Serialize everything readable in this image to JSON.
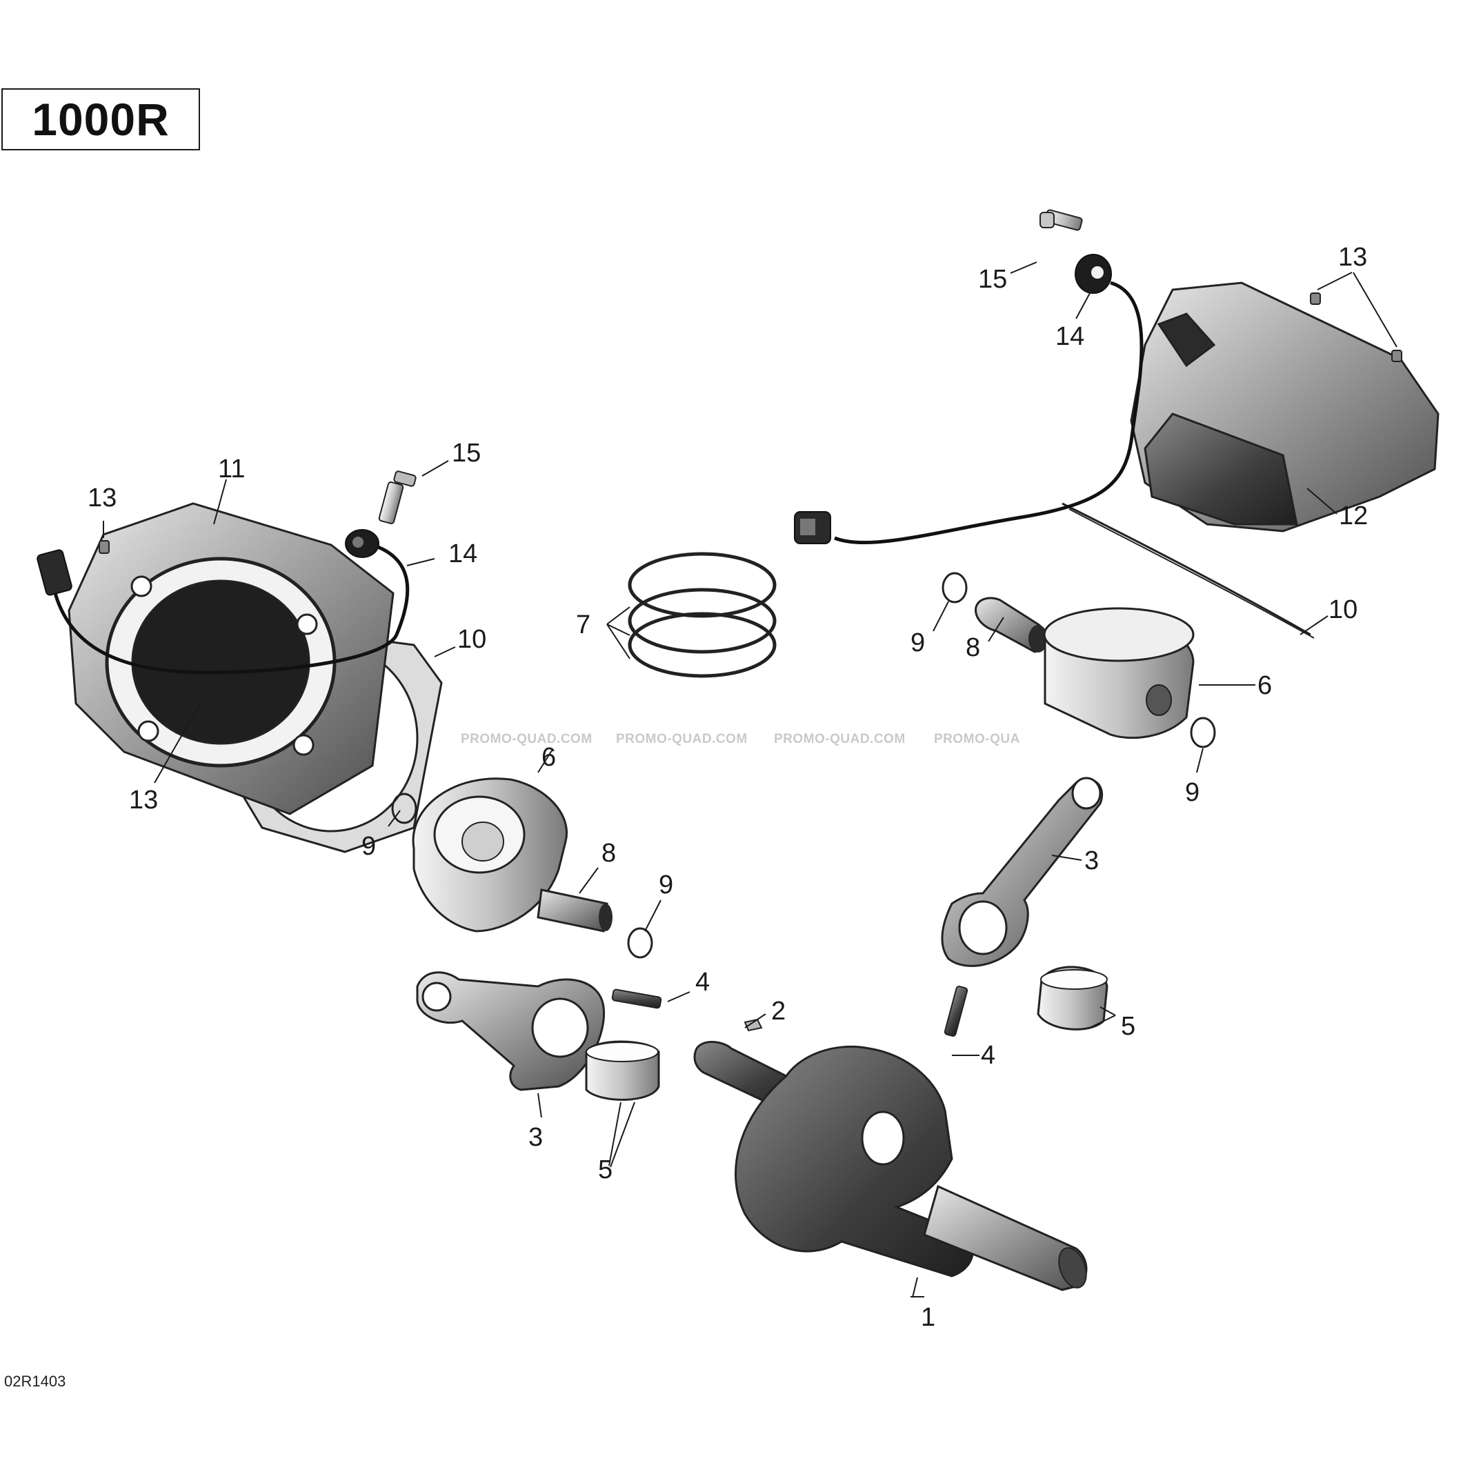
{
  "model_label": "1000R",
  "figure_id": "02R1403",
  "watermark": [
    "PROMO-QUAD.COM",
    "PROMO-QUAD.COM",
    "PROMO-QUAD.COM",
    "PROMO-QUA"
  ],
  "callouts": {
    "c1": "1",
    "c2": "2",
    "c3a": "3",
    "c3b": "3",
    "c4a": "4",
    "c4b": "4",
    "c5a": "5",
    "c5b": "5",
    "c6a": "6",
    "c6b": "6",
    "c7": "7",
    "c8a": "8",
    "c8b": "8",
    "c9a": "9",
    "c9b": "9",
    "c9c": "9",
    "c9d": "9",
    "c10a": "10",
    "c10b": "10",
    "c11": "11",
    "c12": "12",
    "c13a": "13",
    "c13b": "13",
    "c13c": "13",
    "c14a": "14",
    "c14b": "14",
    "c15a": "15",
    "c15b": "15"
  }
}
